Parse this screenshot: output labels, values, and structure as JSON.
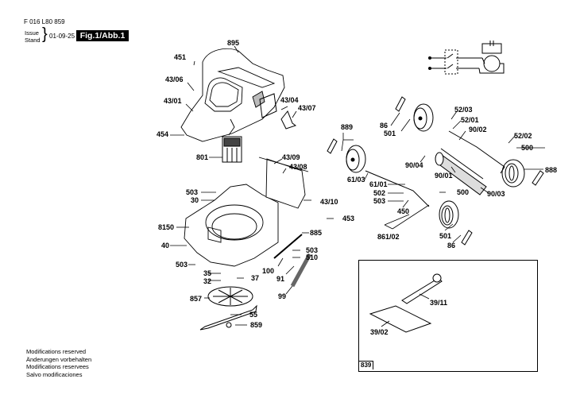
{
  "header": {
    "document_number": "F 016 L80 859",
    "issue_label_1": "Issue",
    "issue_label_2": "Stand",
    "brace": "}",
    "issue_date": "01-09-25",
    "figure_label": "Fig.1/Abb.1"
  },
  "part_labels": {
    "p895": "895",
    "p451": "451",
    "p43_06": "43/06",
    "p43_01": "43/01",
    "p454": "454",
    "p43_04": "43/04",
    "p43_07": "43/07",
    "p801": "801",
    "p43_09": "43/09",
    "p43_08": "43/08",
    "p503a": "503",
    "p30": "30",
    "p43_10": "43/10",
    "p453": "453",
    "p8150": "8150",
    "p885": "885",
    "p40": "40",
    "p503b": "503",
    "p510": "510",
    "p503c": "503",
    "p100": "100",
    "p35": "35",
    "p91": "91",
    "p32": "32",
    "p37": "37",
    "p99": "99",
    "p857": "857",
    "p55": "55",
    "p859": "859",
    "p889": "889",
    "p86a": "86",
    "p501a": "501",
    "p52_03": "52/03",
    "p52_01": "52/01",
    "p90_02": "90/02",
    "p52_02": "52/02",
    "p500a": "500",
    "p90_04": "90/04",
    "p90_01": "90/01",
    "p888": "888",
    "p61_03": "61/03",
    "p61_01": "61/01",
    "p502": "502",
    "p503d": "503",
    "p500b": "500",
    "p90_03": "90/03",
    "p450": "450",
    "p861_02": "861/02",
    "p501b": "501",
    "p86b": "86",
    "p39_11": "39/11",
    "p39_02": "39/02"
  },
  "accessory_kit": {
    "number": "839"
  },
  "footer": {
    "lines": [
      "Modifications reserved",
      "Änderungen vorbehalten",
      "Modifications reservees",
      "Salvo modificaciones"
    ]
  }
}
